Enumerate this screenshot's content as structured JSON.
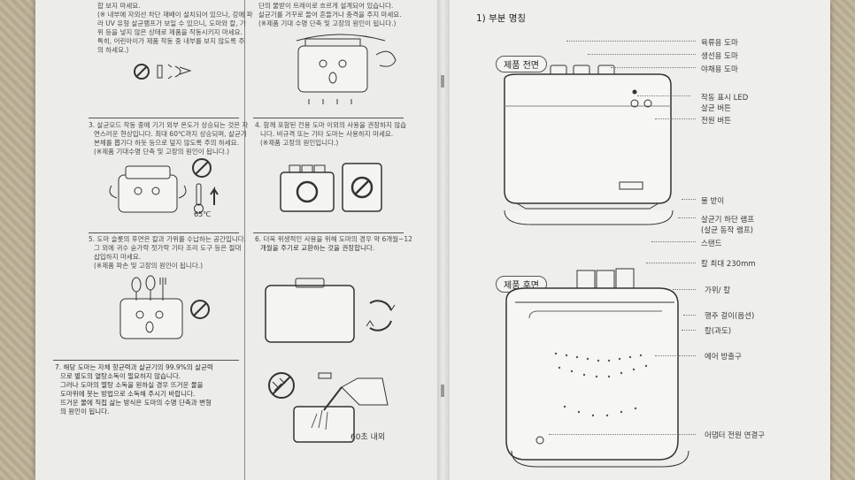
{
  "left_page": {
    "col1": {
      "top_text": [
        "합 보지 마세요.",
        "(※ 내부에 자외선 차단 재배이 설치되어 있으나, 강에 파",
        "라 UV 유형 살균램프가 보일 수 있으니, 도마와 칼, 가",
        "위 등을 넣지 않은 상태로 제품을 작동시키지 마세요.",
        "특히, 어린아이가 제품 작동 중 내부를 보지 않도록 주",
        "의 하세요.)"
      ],
      "item3": [
        "3. 살균모드 작동 중에 기기 외부 온도가 상승되는 것은 자",
        "연스러운 현상입니다. 최대 60℃까지 상승되며, 살균기",
        "본체를 뽑기다 하듯 등으로 덮지 않도록 주의 하세요.",
        "(※제품 기대수명 단축 및 고장의 원인이 됩니다.)"
      ],
      "temp_label": "65℃",
      "item5": [
        "5. 도마 슬롯의 후면은 칼과 가위를 수납하는 공간입니다.",
        "그 외에 귀수 숟가락 젓가락 기타 조리 도구 등은 절대",
        "삽입하지 마세요.",
        "(※제품 파손 및 고장의 원인이 됩니다.)"
      ],
      "item7": [
        "7. 해당 도마는 자체 항균력과 살균기의 99.9%의 살균력",
        "으로 별도의 열탕소독이 필요하지 않습니다.",
        "그러나 도마의 멸탕 소독을 원하실 경우 뜨거운 물을",
        "도마위에 붓는 방법으로 소독해 주시기 바랍니다.",
        "뜨거운 물에 직접 삶는 방식은 도마의 수명 단축과 변형",
        "의 원인이 됩니다."
      ]
    },
    "col2": {
      "top_text": [
        "단의 물받이 트레이로 흐르게 설계되어 있습니다.",
        "살균기를 거꾸로 들어 흔들거나 충격을 주지 마세요.",
        "(※제품 기대 수명 단축 및 고장의 원인이 됩니다.)"
      ],
      "item4": [
        "4. 함께 포함된 전용 도마 이외의 사용을 권장하지 않습",
        "니다. 비규격 또는 기타 도마는 사용하지 마세요.",
        "(※제품 고장의 원인입니다.)"
      ],
      "item6": [
        "6. 더욱 위생적인 사용을 위해 도마의 경우 약 6개월~12",
        "개월을 주기로 교환하는 것을 권장합니다."
      ],
      "kettle_label": "60초 내외"
    }
  },
  "right_page": {
    "section_title": "1) 부분 명칭",
    "front_badge": "제품 전면",
    "back_badge": "제품 후면",
    "front_labels": [
      "육류용 도마",
      "생선용 도마",
      "야채용 도마",
      "작동 표시 LED",
      "살균 버튼",
      "전원 버튼",
      "물 받이",
      "살균기 하단 램프",
      "(살균 동작 램프)",
      "스탠드"
    ],
    "back_labels": [
      "칼 최대 230mm",
      "가위/ 칼",
      "행주 걸이(옵션)",
      "칼(과도)",
      "에어 방출구",
      "어댑터 전원 연결구"
    ]
  },
  "colors": {
    "page": "#ececea",
    "ink": "#2b2b2b",
    "carpet": "#bdb199"
  }
}
